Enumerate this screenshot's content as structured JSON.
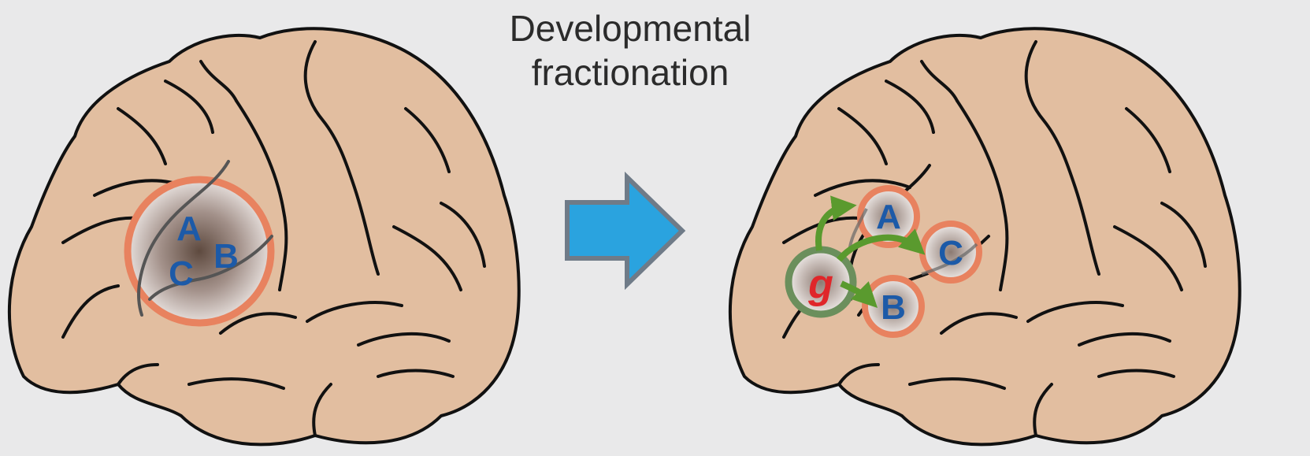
{
  "caption": {
    "line1": "Developmental",
    "line2": "fractionation"
  },
  "left_brain": {
    "labels": [
      "A",
      "B",
      "C"
    ]
  },
  "right_brain": {
    "general_factor_label": "g",
    "labels": [
      "A",
      "C",
      "B"
    ]
  },
  "colors": {
    "background": "#e9e9ea",
    "brain_fill": "#e2bea0",
    "outline": "#111111",
    "region_ring": "#e8825f",
    "label_blue": "#1c5aa8",
    "g_red": "#e0262a",
    "g_ring": "#6b8f5c",
    "arrow_green": "#5a9a2e",
    "transition_arrow": "#2aa3df",
    "transition_arrow_border": "#6f7b88"
  },
  "icons": {
    "transition": "right-arrow-icon"
  }
}
